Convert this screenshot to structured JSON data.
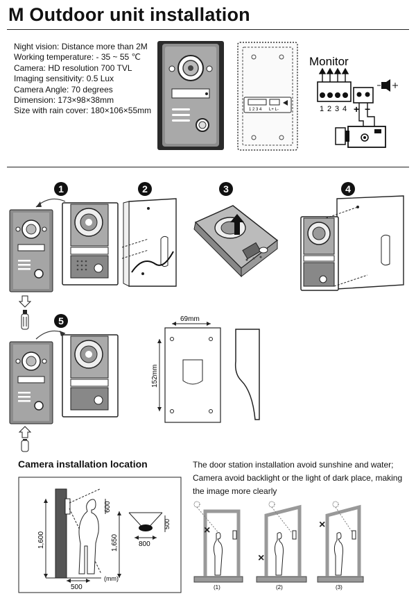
{
  "header": {
    "title": "M  Outdoor unit installation"
  },
  "specs": [
    "Night vision: Distance more than 2M",
    "Working temperature: - 35 ~ 55 ℃",
    "Camera: HD resolution 700 TVL",
    "Imaging sensitivity: 0.5 Lux",
    "Camera Angle: 70 degrees",
    "Dimension:  173×98×38mm",
    "Size with rain cover:  180×106×55mm"
  ],
  "wiring": {
    "monitor_label": "Monitor",
    "terminals": [
      "1",
      "2",
      "3",
      "4"
    ],
    "plus": "+",
    "minus": "−",
    "board_terminals": "1 2 3 4",
    "board_lock": "L+ L-"
  },
  "steps": [
    "1",
    "2",
    "3",
    "4",
    "5"
  ],
  "bracket": {
    "width": "69mm",
    "height": "152mm"
  },
  "camera_location": {
    "heading": "Camera installation location",
    "wall_height": "1,600",
    "view_top": "600",
    "eye_height": "1,650",
    "distance": "500",
    "unit": "(mm)",
    "cone_width": "800",
    "cone_height": "500"
  },
  "advice": [
    "The door station installation avoid sunshine and water;",
    "Camera avoid backlight or the light of  dark place, making",
    "the image more clearly"
  ],
  "scenes": [
    "(1)",
    "(2)",
    "(3)"
  ],
  "colors": {
    "ink": "#111111",
    "panel": "#9a9a9a",
    "panel_dark": "#6d6d6d"
  }
}
